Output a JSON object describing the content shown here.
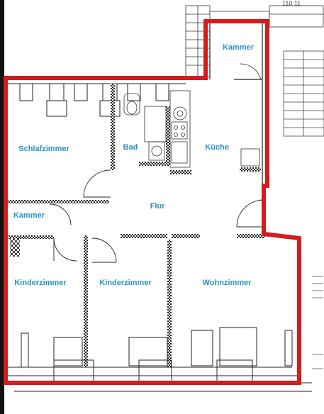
{
  "rooms": {
    "kammer_top": "Kammer",
    "schlafzimmer": "Schlafzimmer",
    "bad": "Bad",
    "kueche": "Küche",
    "flur": "Flur",
    "kammer_left": "Kammer",
    "kinderzimmer_1": "Kinderzimmer",
    "kinderzimmer_2": "Kinderzimmer",
    "wohnzimmer": "Wohnzimmer"
  },
  "margin_text": {
    "top_right": "110  11"
  },
  "colors": {
    "outline": "#d41c1c",
    "label": "#2a8fc8",
    "wall": "#222222",
    "background": "#ffffff"
  }
}
